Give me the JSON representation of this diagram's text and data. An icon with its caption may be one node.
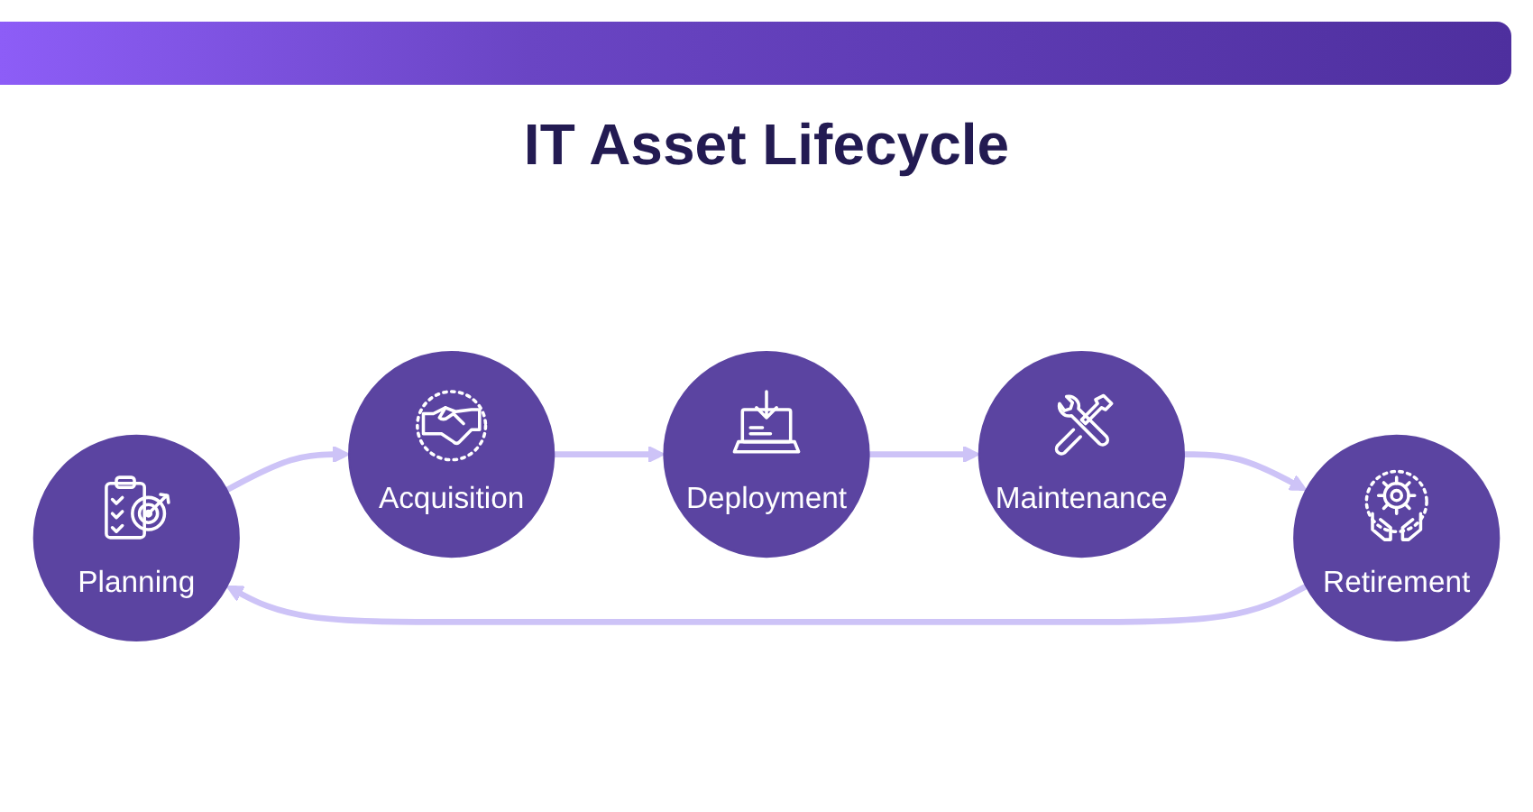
{
  "diagram": {
    "title": "IT Asset Lifecycle",
    "nodes": [
      {
        "text": [
          "Planning"
        ]
      },
      {
        "text": [
          "Acquisition"
        ]
      },
      {
        "text": [
          "Deployment"
        ]
      },
      {
        "text": [
          "Maintenance"
        ]
      },
      {
        "text": [
          "Retirement"
        ]
      }
    ],
    "edges": [
      {
        "from": 0,
        "to": 1,
        "arrow": "to"
      },
      {
        "from": 1,
        "to": 2,
        "arrow": "to"
      },
      {
        "from": 2,
        "to": 3,
        "arrow": "to"
      },
      {
        "from": 3,
        "to": 4,
        "arrow": "to"
      },
      {
        "from": 4,
        "to": 0,
        "arrow": "to"
      }
    ]
  }
}
